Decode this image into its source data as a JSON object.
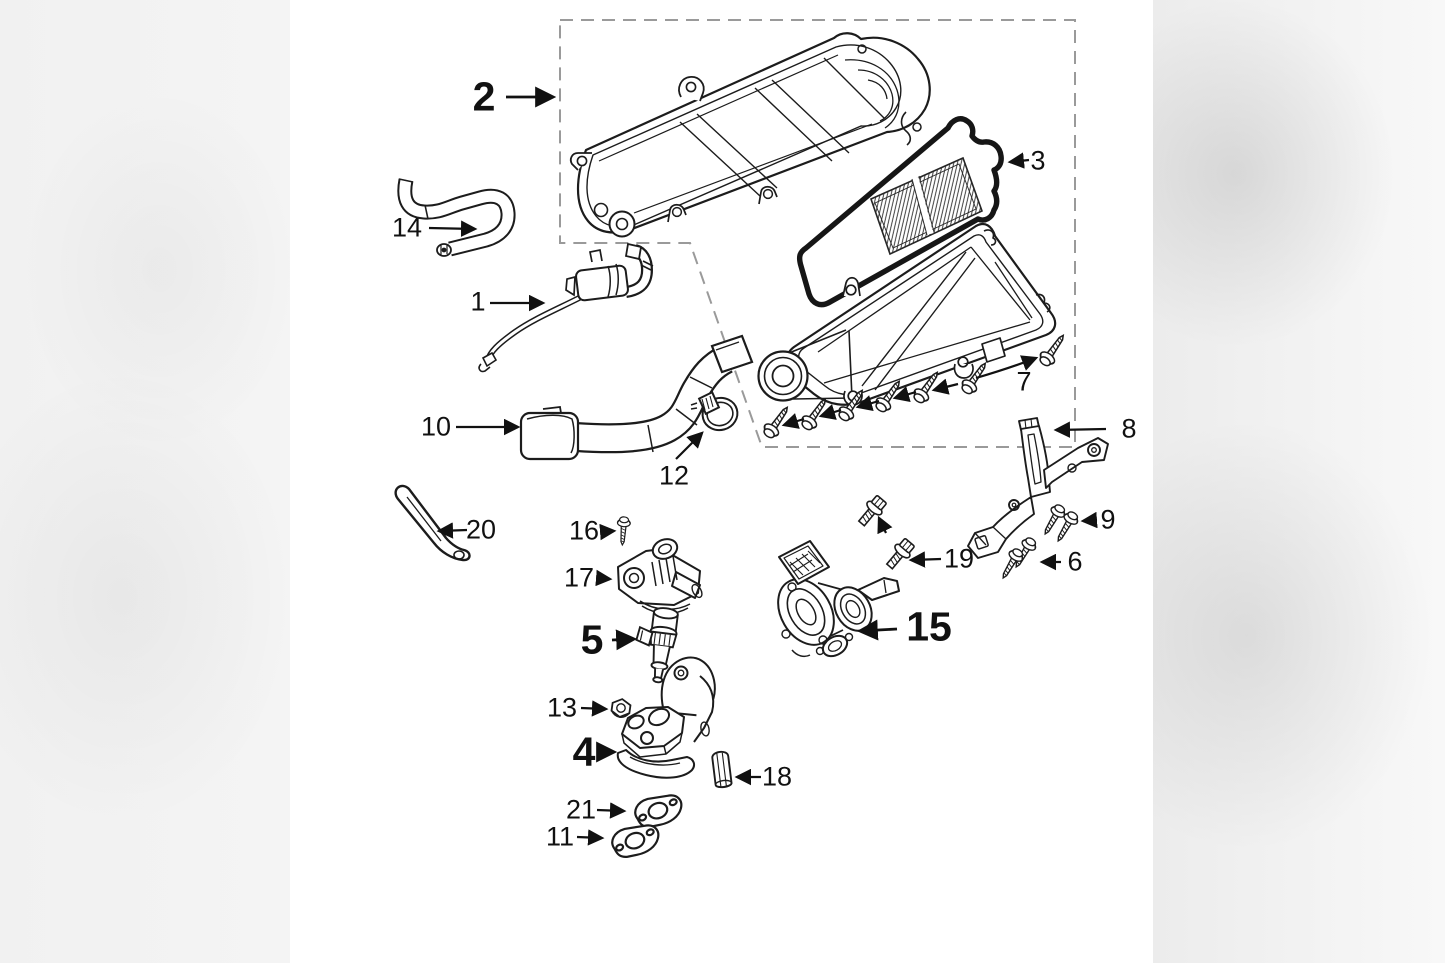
{
  "diagram": {
    "type": "exploded-parts-diagram",
    "subject": "air-cleaner-and-throttle-body-assembly",
    "callouts": {
      "1": "1",
      "2": "2",
      "3": "3",
      "4": "4",
      "5": "5",
      "6": "6",
      "7": "7",
      "8": "8",
      "9": "9",
      "10": "10",
      "11": "11",
      "12": "12",
      "13": "13",
      "14": "14",
      "15": "15",
      "16": "16",
      "17": "17",
      "18": "18",
      "19": "19",
      "20": "20",
      "21": "21"
    },
    "emphasized_callouts": [
      "2",
      "4",
      "5",
      "15"
    ],
    "colors": {
      "line_art": "#1c1c1c",
      "canvas": "#ffffff",
      "side_band": "#f0f0f0",
      "dashed_outline": "#9a9a9a",
      "label_text": "#111111"
    }
  }
}
